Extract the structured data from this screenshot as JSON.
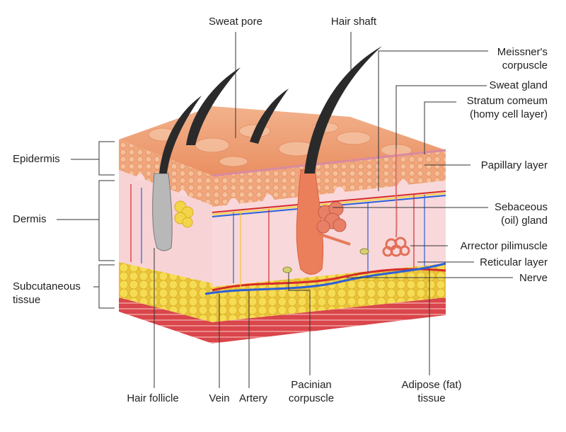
{
  "title": "Skin anatomy",
  "labels": {
    "sweat_pore": "Sweat pore",
    "hair_shaft": "Hair shaft",
    "meissner_1": "Meissner's",
    "meissner_2": "corpuscle",
    "sweat_gland": "Sweat gland",
    "stratum_1": "Stratum comeum",
    "stratum_2": "(homy cell layer)",
    "papillary": "Papillary layer",
    "sebaceous_1": "Sebaceous",
    "sebaceous_2": "(oil) gland",
    "arrector": "Arrector pilimuscle",
    "reticular": "Reticular layer",
    "nerve": "Nerve",
    "epidermis": "Epidermis",
    "dermis": "Dermis",
    "subcutaneous_1": "Subcutaneous",
    "subcutaneous_2": "tissue",
    "hair_follicle": "Hair follicle",
    "vein": "Vein",
    "artery": "Artery",
    "pacinian_1": "Pacinian",
    "pacinian_2": "corpuscle",
    "adipose_1": "Adipose (fat)",
    "adipose_2": "tissue"
  },
  "colors": {
    "epidermis": "#f0a077",
    "dermis": "#f8d4d8",
    "fat": "#f3d54a",
    "muscle": "#d9464b",
    "hair": "#2a2a2a",
    "vein": "#2d5fd8",
    "artery": "#d62a2a",
    "nerve": "#f2d34a"
  }
}
